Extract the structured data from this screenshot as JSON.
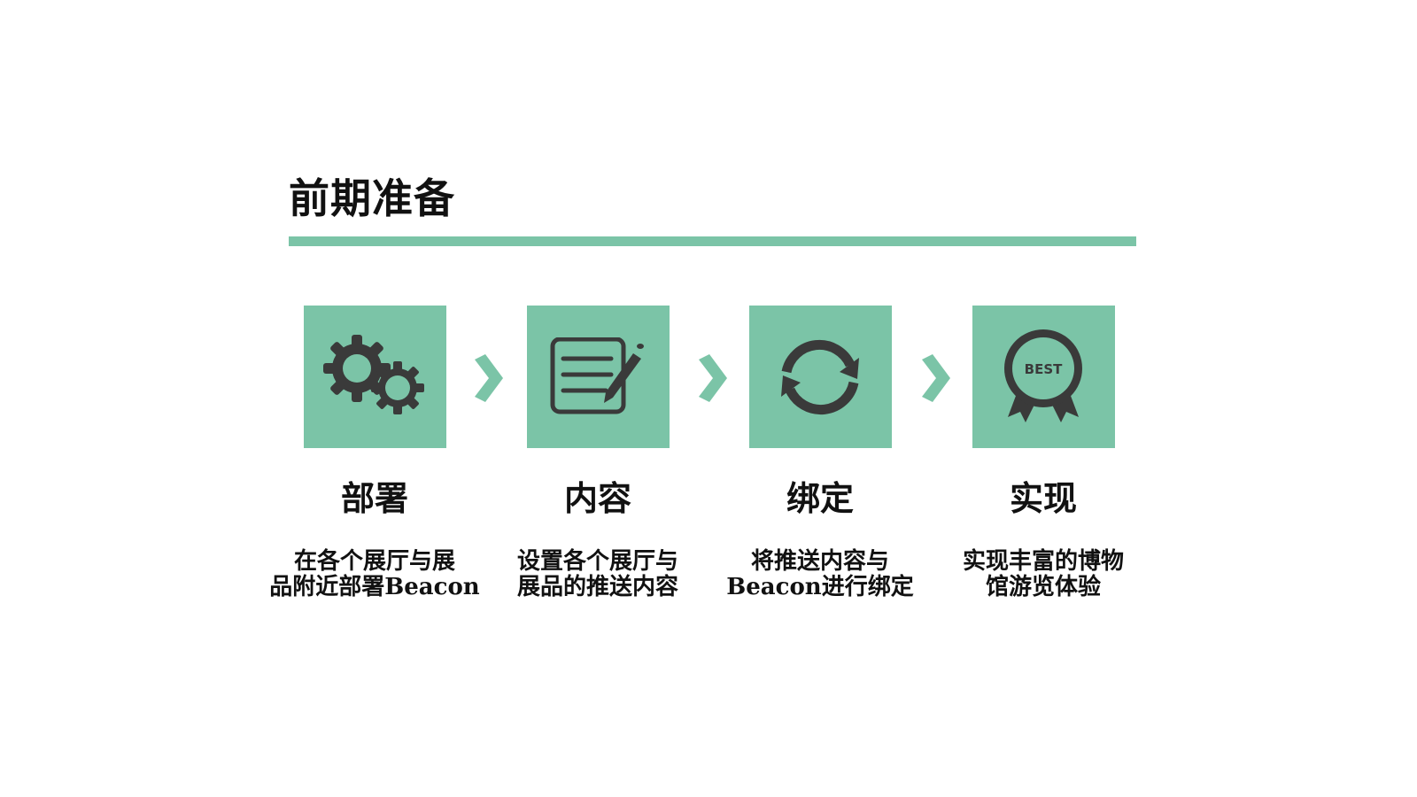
{
  "title": "前期准备",
  "accent_color": "#7bc4a7",
  "icon_color": "#3a3a3a",
  "steps": [
    {
      "icon": "gears-icon",
      "label": "部署",
      "desc": "在各个展厅与展\n品附近部署Beacon"
    },
    {
      "icon": "note-edit-icon",
      "label": "内容",
      "desc": "设置各个展厅与\n展品的推送内容"
    },
    {
      "icon": "refresh-icon",
      "label": "绑定",
      "desc": "将推送内容与\nBeacon进行绑定"
    },
    {
      "icon": "award-badge-icon",
      "label": "实现",
      "desc": "实现丰富的博物\n馆游览体验",
      "badge_text": "BEST"
    }
  ]
}
